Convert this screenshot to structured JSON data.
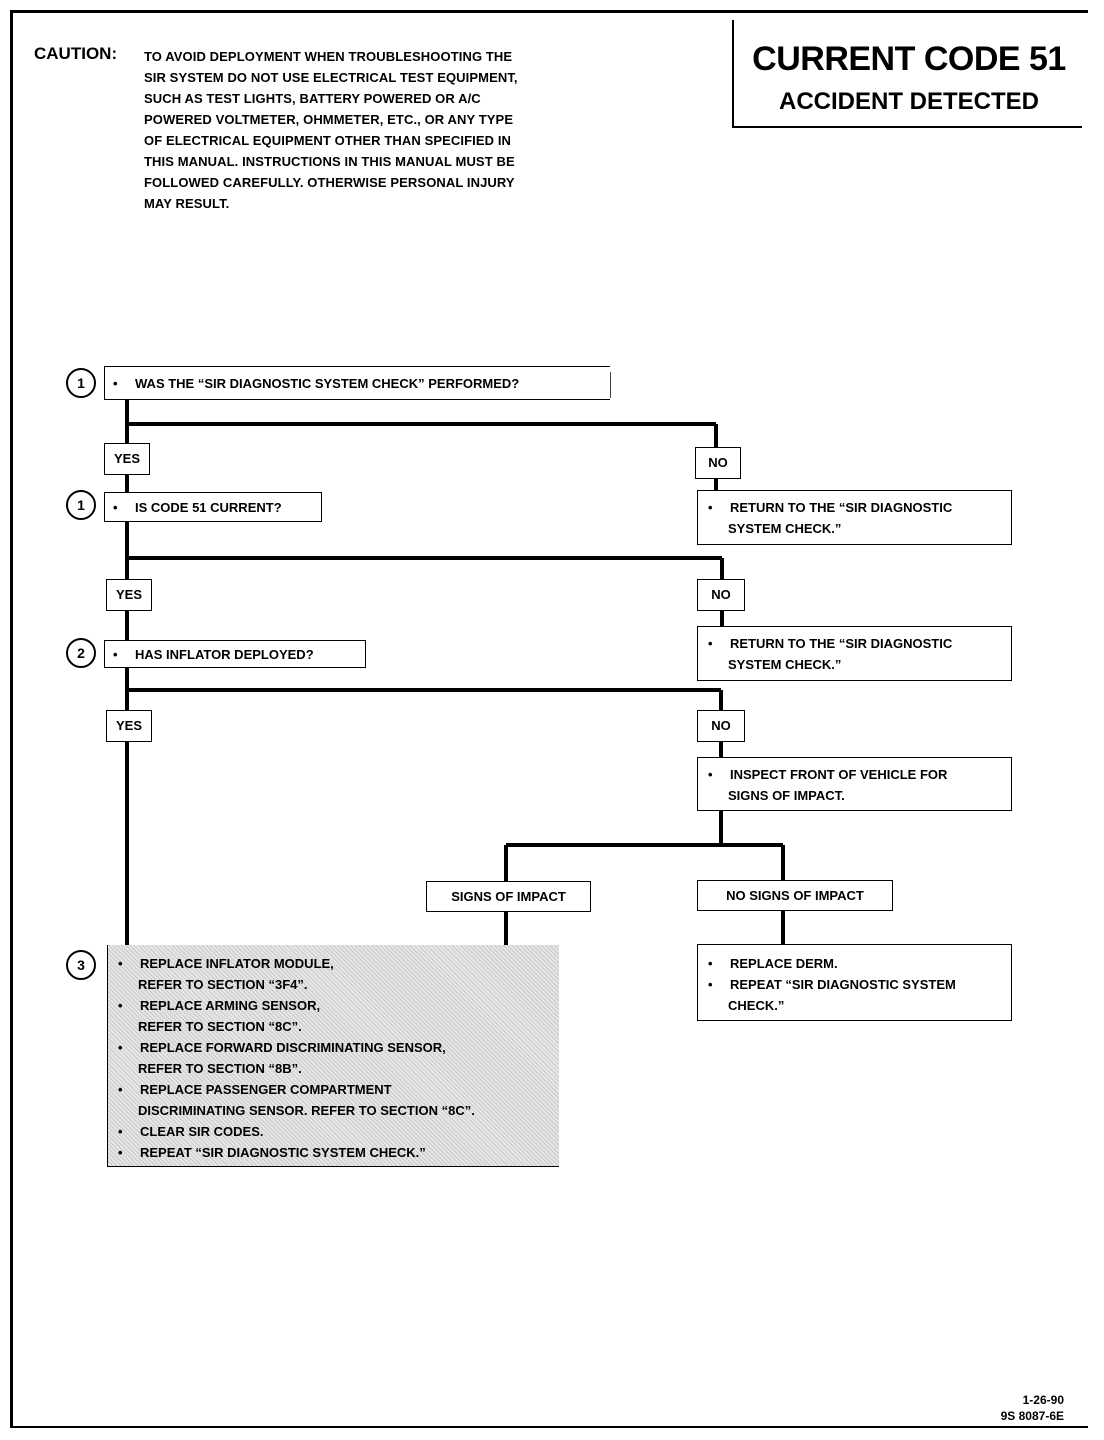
{
  "caution": {
    "label": "CAUTION:",
    "lines": [
      "TO AVOID DEPLOYMENT WHEN TROUBLESHOOTING THE",
      "SIR SYSTEM DO NOT USE ELECTRICAL TEST EQUIPMENT,",
      "SUCH AS TEST LIGHTS, BATTERY POWERED OR A/C",
      "POWERED VOLTMETER, OHMMETER, ETC., OR ANY TYPE",
      "OF ELECTRICAL EQUIPMENT OTHER THAN SPECIFIED IN",
      "THIS MANUAL.  INSTRUCTIONS IN THIS MANUAL MUST BE",
      "FOLLOWED CAREFULLY.  OTHERWISE PERSONAL INJURY",
      "MAY RESULT."
    ]
  },
  "header": {
    "title": "CURRENT CODE 51",
    "subtitle": "ACCIDENT DETECTED"
  },
  "flow": {
    "bullet": "•",
    "q1": {
      "num": "1",
      "text": "WAS THE “SIR DIAGNOSTIC SYSTEM CHECK” PERFORMED?"
    },
    "q1_yes": "YES",
    "q1_no": "NO",
    "q1_no_action": [
      "RETURN TO THE “SIR DIAGNOSTIC",
      "SYSTEM CHECK.”"
    ],
    "q2": {
      "num": "1",
      "text": "IS CODE 51 CURRENT?"
    },
    "q2_yes": "YES",
    "q2_no": "NO",
    "q2_no_action": [
      "RETURN TO THE “SIR DIAGNOSTIC",
      "SYSTEM CHECK.”"
    ],
    "q3": {
      "num": "2",
      "text": "HAS INFLATOR DEPLOYED?"
    },
    "q3_yes": "YES",
    "q3_no": "NO",
    "inspect": [
      "INSPECT FRONT OF VEHICLE FOR",
      "SIGNS OF IMPACT."
    ],
    "signs": "SIGNS OF IMPACT",
    "no_signs": "NO SIGNS OF IMPACT",
    "replace_derm": [
      [
        "REPLACE DERM."
      ],
      [
        "REPEAT “SIR DIAGNOSTIC SYSTEM",
        "CHECK.”"
      ]
    ],
    "step3": {
      "num": "3",
      "items": [
        [
          "REPLACE INFLATOR MODULE,",
          "REFER TO SECTION “3F4”."
        ],
        [
          "REPLACE ARMING SENSOR,",
          "REFER TO SECTION “8C”."
        ],
        [
          "REPLACE FORWARD DISCRIMINATING SENSOR,",
          "REFER TO SECTION “8B”."
        ],
        [
          "REPLACE PASSENGER COMPARTMENT",
          "DISCRIMINATING SENSOR.  REFER TO SECTION “8C”."
        ],
        [
          "CLEAR SIR CODES."
        ],
        [
          "REPEAT “SIR DIAGNOSTIC SYSTEM CHECK.”"
        ]
      ]
    }
  },
  "footer": {
    "date": "1-26-90",
    "code": "9S 8087-6E"
  }
}
